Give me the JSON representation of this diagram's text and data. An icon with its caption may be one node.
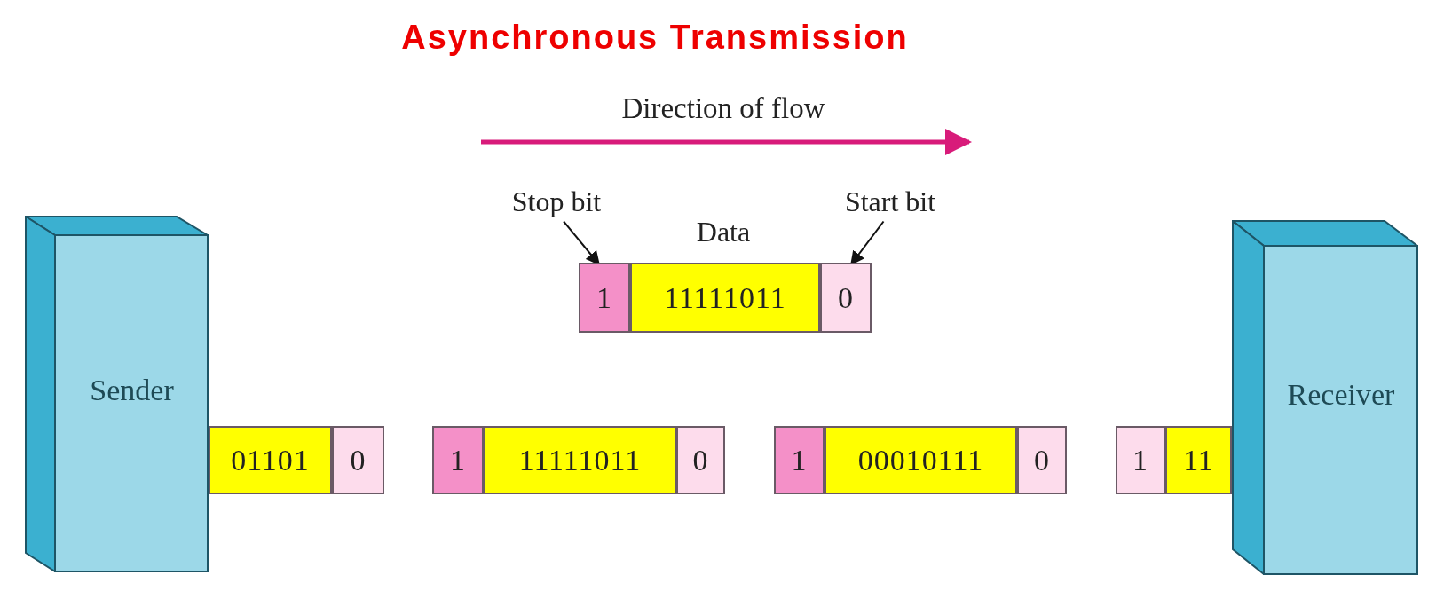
{
  "diagram": {
    "title": "Asynchronous Transmission",
    "nodes": [
      {
        "text": [
          "Stop bit"
        ]
      },
      {
        "text": [
          "Start bit"
        ]
      },
      {
        "text": [
          "1"
        ]
      },
      {
        "text": [
          "11111011"
        ],
        "beside": [
          "Data"
        ]
      },
      {
        "text": [
          "0"
        ]
      },
      {
        "text": [
          "Sender"
        ]
      },
      {
        "text": [
          "01101"
        ]
      },
      {
        "text": [
          "0"
        ]
      },
      {
        "text": [
          "1"
        ]
      },
      {
        "text": [
          "11111011"
        ]
      },
      {
        "text": [
          "0"
        ]
      },
      {
        "text": [
          "1"
        ]
      },
      {
        "text": [
          "00010111"
        ]
      },
      {
        "text": [
          "0"
        ]
      },
      {
        "text": [
          "1"
        ]
      },
      {
        "text": [
          "11"
        ]
      },
      {
        "text": [
          "Receiver"
        ]
      }
    ],
    "edges": [
      {
        "from": 0,
        "to": 2,
        "arrow": "to"
      },
      {
        "from": 1,
        "to": 4,
        "arrow": "to"
      }
    ],
    "labels": [
      "Direction of flow"
    ]
  }
}
